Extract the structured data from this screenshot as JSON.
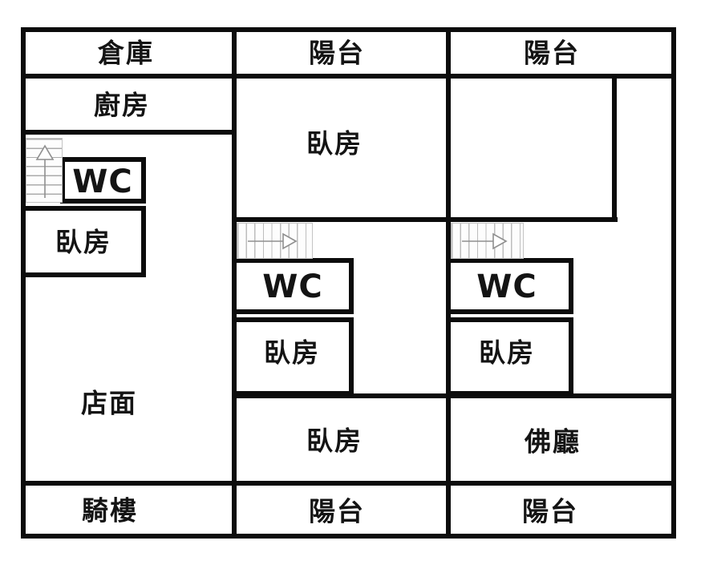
{
  "floor_plan": {
    "rooms": {
      "storage": "倉庫",
      "kitchen": "廚房",
      "wc_left": "WC",
      "bedroom_left": "臥房",
      "storefront": "店面",
      "arcade": "騎樓",
      "balcony_top_mid": "陽台",
      "bedroom_mid_top": "臥房",
      "wc_mid": "WC",
      "bedroom_mid_small": "臥房",
      "bedroom_mid_large": "臥房",
      "balcony_bottom_mid": "陽台",
      "balcony_top_right": "陽台",
      "wc_right": "WC",
      "bedroom_right_small": "臥房",
      "buddha_hall": "佛廳",
      "balcony_bottom_right": "陽台"
    },
    "colors": {
      "wall": "#0c0c0c",
      "stair_tread": "#ababab",
      "arrow": "#8f8f8f",
      "background": "#ffffff"
    }
  }
}
